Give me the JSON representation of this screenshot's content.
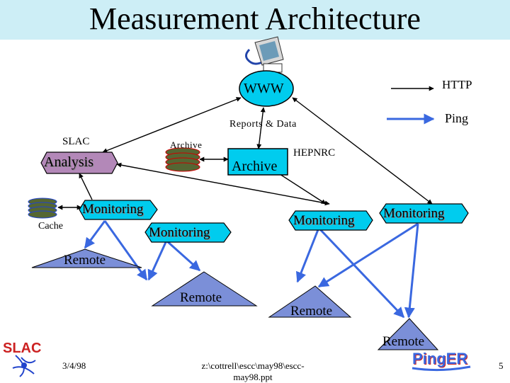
{
  "title": "Measurement Architecture",
  "legend": {
    "http": "HTTP",
    "ping": "Ping"
  },
  "nodes": {
    "www": "WWW",
    "reports": "Reports & Data",
    "slac": "SLAC",
    "analysis": "Analysis",
    "archive_small": "Archive",
    "archive": "Archive",
    "hepnrc": "HEPNRC",
    "monitoring_slac": "Monitoring",
    "cache": "Cache",
    "monitoring_mid": "Monitoring",
    "monitoring_hep": "Monitoring",
    "monitoring_right": "Monitoring",
    "remote_left": "Remote",
    "remote_mid": "Remote",
    "remote_center": "Remote",
    "remote_right": "Remote"
  },
  "footer": {
    "date": "3/4/98",
    "path": "z:\\cottrell\\escc\\may98\\escc-may98.ppt",
    "page": "5",
    "slac_logo": "SLAC",
    "pinger_logo": "PingER"
  },
  "colors": {
    "title_bg": "#cdeef6",
    "node_fill": "#00ccee",
    "analysis_fill": "#b388b8",
    "remote_fill": "#7b8fd8",
    "ping_arrow": "#3a68e0",
    "disk_fill": "#556633"
  },
  "icons": [
    "computer-icon",
    "disk-stack-icon"
  ]
}
